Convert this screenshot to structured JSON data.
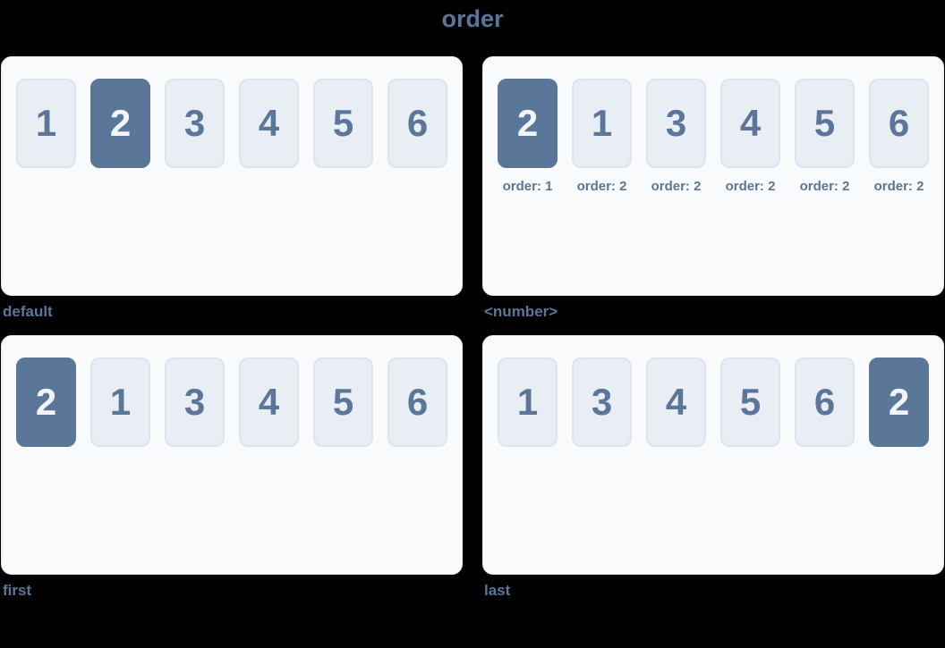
{
  "page": {
    "title": "order"
  },
  "colors": {
    "background": "#000000",
    "accent": "#5b7699",
    "panel_bg": "#f8fafc",
    "panel_border": "#e4e9f1",
    "item_bg": "#e9edf4",
    "item_border": "#dde4ef",
    "highlight_bg": "#5a7699",
    "highlight_text": "#f1f5f9"
  },
  "panels": [
    {
      "caption": "default",
      "items": [
        {
          "label": "1",
          "highlighted": false
        },
        {
          "label": "2",
          "highlighted": true
        },
        {
          "label": "3",
          "highlighted": false
        },
        {
          "label": "4",
          "highlighted": false
        },
        {
          "label": "5",
          "highlighted": false
        },
        {
          "label": "6",
          "highlighted": false
        }
      ]
    },
    {
      "caption": "<number>",
      "items": [
        {
          "label": "2",
          "highlighted": true,
          "order_label": "order: 1"
        },
        {
          "label": "1",
          "highlighted": false,
          "order_label": "order: 2"
        },
        {
          "label": "3",
          "highlighted": false,
          "order_label": "order: 2"
        },
        {
          "label": "4",
          "highlighted": false,
          "order_label": "order: 2"
        },
        {
          "label": "5",
          "highlighted": false,
          "order_label": "order: 2"
        },
        {
          "label": "6",
          "highlighted": false,
          "order_label": "order: 2"
        }
      ]
    },
    {
      "caption": "first",
      "items": [
        {
          "label": "2",
          "highlighted": true
        },
        {
          "label": "1",
          "highlighted": false
        },
        {
          "label": "3",
          "highlighted": false
        },
        {
          "label": "4",
          "highlighted": false
        },
        {
          "label": "5",
          "highlighted": false
        },
        {
          "label": "6",
          "highlighted": false
        }
      ]
    },
    {
      "caption": "last",
      "items": [
        {
          "label": "1",
          "highlighted": false
        },
        {
          "label": "3",
          "highlighted": false
        },
        {
          "label": "4",
          "highlighted": false
        },
        {
          "label": "5",
          "highlighted": false
        },
        {
          "label": "6",
          "highlighted": false
        },
        {
          "label": "2",
          "highlighted": true
        }
      ]
    }
  ]
}
